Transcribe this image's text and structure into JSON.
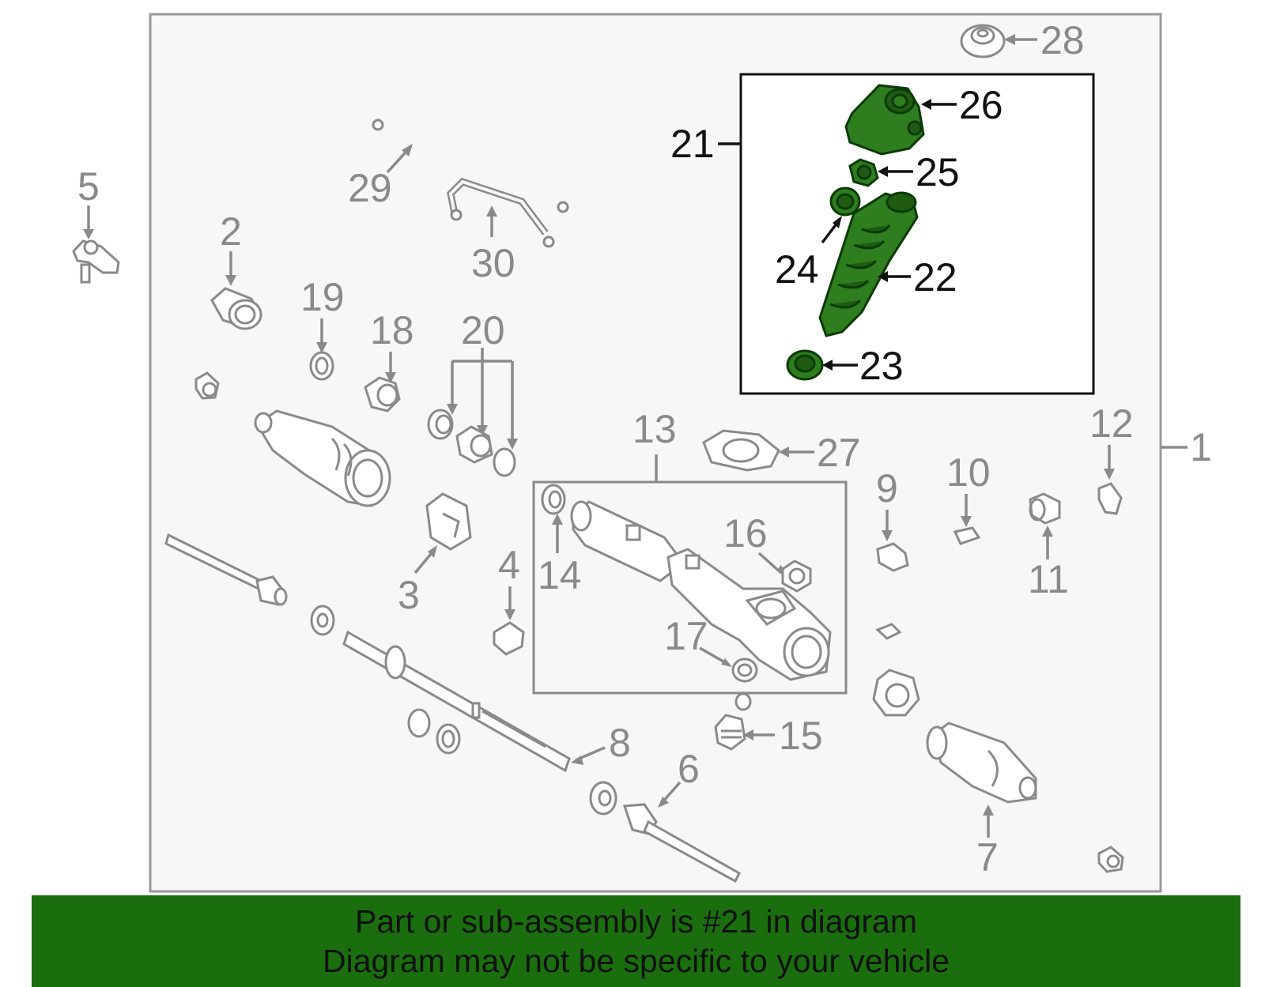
{
  "colors": {
    "highlight_green": "#2e7d1e",
    "banner_green": "#1a6e0e",
    "part_grey": "#8a8a8a",
    "panel_bg": "#f7f7f7"
  },
  "callouts": {
    "c1": "1",
    "c2": "2",
    "c3": "3",
    "c4": "4",
    "c5": "5",
    "c6": "6",
    "c7": "7",
    "c8": "8",
    "c9": "9",
    "c10": "10",
    "c11": "11",
    "c12": "12",
    "c13": "13",
    "c14": "14",
    "c15": "15",
    "c16": "16",
    "c17": "17",
    "c18": "18",
    "c19": "19",
    "c20": "20",
    "c21": "21",
    "c22": "22",
    "c23": "23",
    "c24": "24",
    "c25": "25",
    "c26": "26",
    "c27": "27",
    "c28": "28",
    "c29": "29",
    "c30": "30"
  },
  "banner": {
    "line1": "Part or sub-assembly is #21 in diagram",
    "line2": "Diagram may not be specific to your vehicle"
  }
}
